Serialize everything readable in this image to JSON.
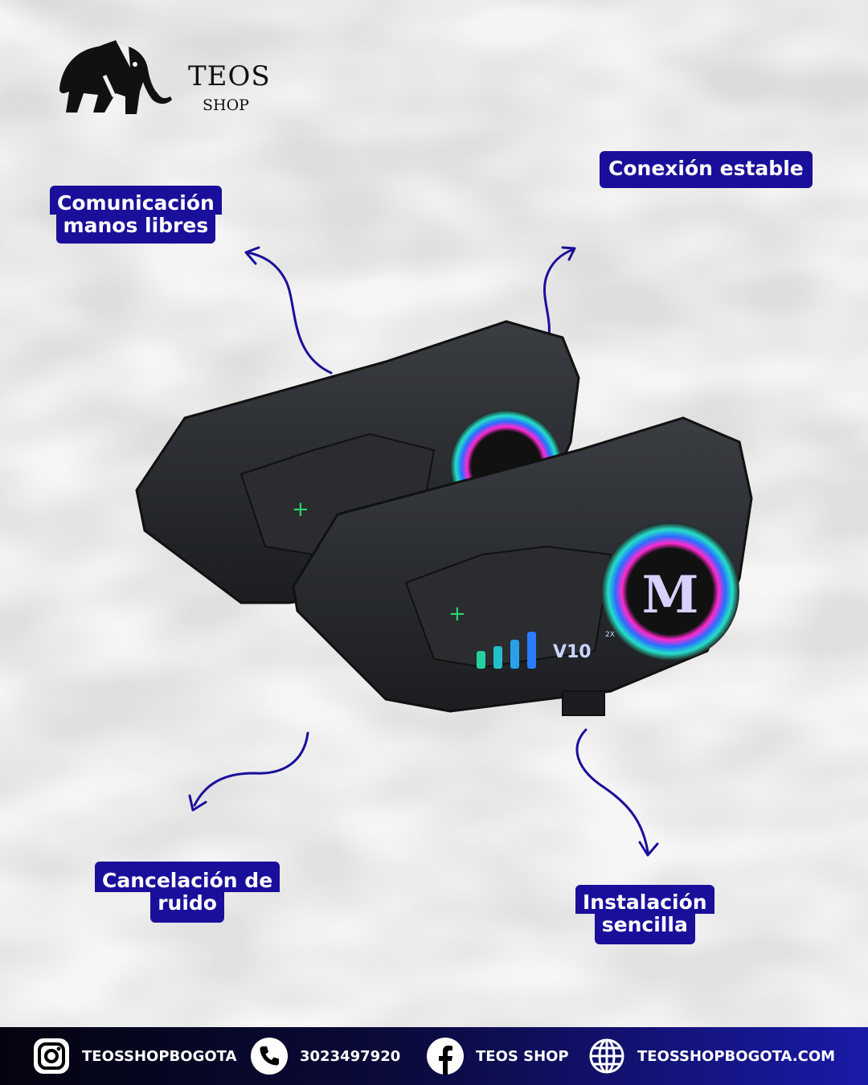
{
  "brand": {
    "name": "TEOS",
    "sub": "SHOP"
  },
  "features": {
    "top_left": [
      "Comunicación",
      "manos libres"
    ],
    "top_right": [
      "Conexión estable"
    ],
    "bottom_left": [
      "Cancelación de",
      "ruido"
    ],
    "bottom_right": [
      "Instalación",
      "sencilla"
    ]
  },
  "product": {
    "model": "10",
    "model_suffix": "2X",
    "badge": "M"
  },
  "footer": {
    "instagram": "TEOSSHOPBOGOTA",
    "phone": "3023497920",
    "facebook": "TEOS SHOP",
    "website": "TEOSSHOPBOGOTA.COM"
  },
  "colors": {
    "accent": "#1a0f9a",
    "footer_end": "#1a1aa8"
  }
}
